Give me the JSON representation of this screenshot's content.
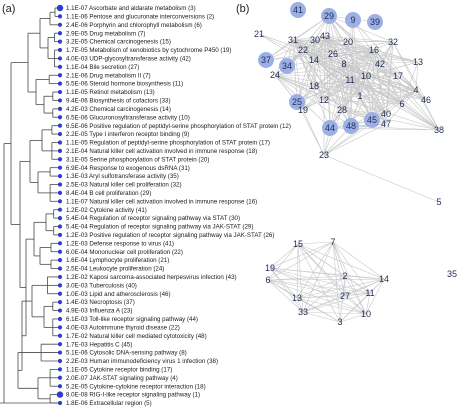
{
  "panels": {
    "a": "(a)",
    "b": "(b)"
  },
  "colors": {
    "dot": "#2a3fd1",
    "node_fill": "#9db0e6",
    "node_text": "#1f2d55",
    "edge": "#c7c7c7",
    "tree": "#4a4a4a"
  },
  "dendrogram_labels": [
    "1.1E-07 Ascorbate and aldarate metabolism (3)",
    "1.1E-06 Pentose and glucuronate interconversions (2)",
    "2.4E-06 Porphyrin and chlorophyll metabolism (6)",
    "2.9E-05 Drug metabolism (7)",
    "3.2E-05 Chemical carcinogenesis (15)",
    "1.7E-05 Metabolism of xenobiotics by cytochrome P450 (19)",
    "4.0E-03 UDP-glycosyltransferase activity (42)",
    "1.1E-04 Bile secretion (27)",
    "2.1E-06 Drug metabolism II (7)",
    "5.5E-06 Steroid hormone biosynthesis (11)",
    "1.1E-05 Retinol metabolism (13)",
    "9.4E-06 Biosynthesis of cofactors (33)",
    "4.2E-03 Chemical carcinogenesis (14)",
    "6.5E-06 Glucuronosyltransferase activity (10)",
    "6.5E-06 Positive regulation of peptidyl-serine phosphorylation of STAT protein (12)",
    "2.2E-05 Type I interferon receptor binding (9)",
    "1.1E-05 Regulation of peptidyl-serine phosphorylation of STAT protein (17)",
    "2.1E-04 Natural killer cell activation involved in immune response (18)",
    "3.1E-05 Serine phosphorylation of STAT protein (20)",
    "6.9E-04 Response to exogenous dsRNA (31)",
    "1.3E-03 Aryl sulfotransferase activity (35)",
    "2.5E-03 Natural killer cell proliferation (32)",
    "8.4E-04 B cell proliferation (29)",
    "1.1E-07 Natural killer cell activation involved in immune response (16)",
    "1.2E-02 Cytokine activity (41)",
    "5.4E-04 Regulation of receptor signaling pathway via STAT (30)",
    "5.4E-04 Regulation of receptor signaling pathway via JAK-STAT (29)",
    "1.2E-03 Positive regulation of receptor signaling pathway via JAK-STAT (26)",
    "1.2E-03 Defense response to virus (41)",
    "6.0E-04 Mononuclear cell proliferation (22)",
    "1.6E-04 Lymphocyte proliferation (21)",
    "2.5E-04 Leukocyte proliferation (24)",
    "1.2E-02 Kaposi sarcoma-associated herpesvirus infection (43)",
    "3.0E-03 Tuberculosis (40)",
    "1.0E-03 Lipid and atherosclerosis (46)",
    "1.4E-03 Necroptosis (37)",
    "4.9E-03 Influenza A (23)",
    "6.1E-03 Toll-like receptor signaling pathway (44)",
    "4.0E-03 Autoimmune thyroid disease (22)",
    "1.7E-02 Natural killer cell mediated cytotoxicity (48)",
    "1.7E-03 Hepatitis C (45)",
    "5.1E-06 Cytosolic DNA-sensing pathway (8)",
    "2.2E-03 Human immunodeficiency virus 1 infection (38)",
    "1.1E-05 Cytokine receptor binding (17)",
    "2.0E-07 JAK-STAT signaling pathway (4)",
    "5.2E-05 Cytokine-cytokine receptor interaction (18)",
    "8.0E-08 RIG-I-like receptor signaling pathway (1)",
    "1.8E-06 Extracellular region (5)"
  ],
  "network_top_nodes": [
    {
      "id": "41",
      "big": true
    },
    {
      "id": "29",
      "big": true
    },
    {
      "id": "9",
      "big": true
    },
    {
      "id": "39",
      "big": true
    },
    {
      "id": "21",
      "big": false
    },
    {
      "id": "31",
      "big": false
    },
    {
      "id": "43",
      "big": false
    },
    {
      "id": "20",
      "big": false
    },
    {
      "id": "22",
      "big": false
    },
    {
      "id": "26",
      "big": false
    },
    {
      "id": "30",
      "big": false
    },
    {
      "id": "16",
      "big": false
    },
    {
      "id": "32",
      "big": false
    },
    {
      "id": "14",
      "big": false
    },
    {
      "id": "37",
      "big": true
    },
    {
      "id": "34",
      "big": true
    },
    {
      "id": "24",
      "big": false
    },
    {
      "id": "42",
      "big": false
    },
    {
      "id": "8",
      "big": false
    },
    {
      "id": "10",
      "big": false
    },
    {
      "id": "11",
      "big": false
    },
    {
      "id": "18",
      "big": false
    },
    {
      "id": "1",
      "big": false
    },
    {
      "id": "13",
      "big": false
    },
    {
      "id": "17",
      "big": false
    },
    {
      "id": "12",
      "big": false
    },
    {
      "id": "4",
      "big": false
    },
    {
      "id": "46",
      "big": false
    },
    {
      "id": "6",
      "big": false
    },
    {
      "id": "25",
      "big": true
    },
    {
      "id": "19",
      "big": false
    },
    {
      "id": "28",
      "big": false
    },
    {
      "id": "40",
      "big": false
    },
    {
      "id": "44",
      "big": true
    },
    {
      "id": "48",
      "big": true
    },
    {
      "id": "45",
      "big": true
    },
    {
      "id": "47",
      "big": false
    },
    {
      "id": "38",
      "big": false
    },
    {
      "id": "23",
      "big": false
    },
    {
      "id": "5",
      "big": false
    }
  ],
  "network_bottom_nodes": [
    {
      "id": "15",
      "big": false
    },
    {
      "id": "7",
      "big": false
    },
    {
      "id": "2",
      "big": false
    },
    {
      "id": "19",
      "big": false
    },
    {
      "id": "6",
      "big": false
    },
    {
      "id": "13",
      "big": false
    },
    {
      "id": "27",
      "big": false
    },
    {
      "id": "11",
      "big": false
    },
    {
      "id": "14",
      "big": false
    },
    {
      "id": "33",
      "big": false
    },
    {
      "id": "3",
      "big": false
    },
    {
      "id": "10",
      "big": false
    },
    {
      "id": "35",
      "big": false
    }
  ]
}
